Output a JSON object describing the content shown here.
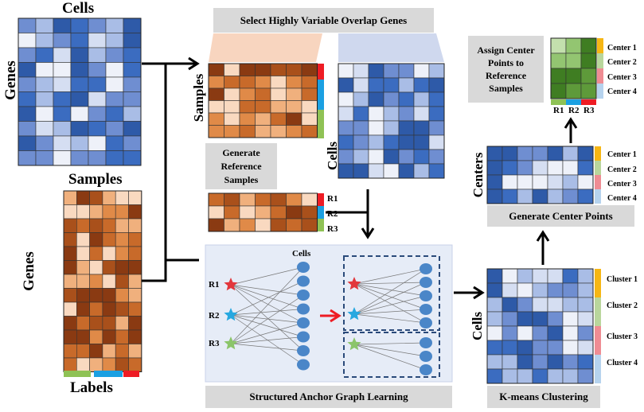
{
  "labels": {
    "cells_top": "Cells",
    "genes_left": "Genes",
    "samples_mid": "Samples",
    "genes_mid": "Genes",
    "labels_bottom": "Labels",
    "samples_side": "Samples",
    "cells_side": "Cells",
    "cells_bottom_right": "Cells",
    "centers_side": "Centers",
    "cells_graph": "Cells"
  },
  "boxes": {
    "select_genes": "Select Highly Variable Overlap Genes",
    "generate_reference": "Generate Reference Samples",
    "structured_anchor": "Structured Anchor Graph Learning",
    "kmeans": "K-means Clustering",
    "generate_centers": "Generate Center Points",
    "assign_centers": "Assign Center Points to Reference Samples"
  },
  "references": [
    "R1",
    "R2",
    "R3"
  ],
  "centers": [
    "Center 1",
    "Center 2",
    "Center 3",
    "Center 4"
  ],
  "clusters": [
    "Cluster 1",
    "Cluster 2",
    "Cluster 3",
    "Cluster 4"
  ],
  "colors": {
    "label_green": "#8fc255",
    "label_blue": "#1ba0e2",
    "label_red": "#ee1c24",
    "cluster_orange": "#f6b614",
    "cluster_lightgreen": "#b9d69c",
    "cluster_pink": "#ef8c93",
    "cluster_lightblue": "#b6d3ee",
    "star_red": "#e2373c",
    "star_blue": "#27a8e0",
    "star_green": "#8bc56a",
    "node_blue": "#4a86c8",
    "panel_bg": "#e6ecf7"
  }
}
